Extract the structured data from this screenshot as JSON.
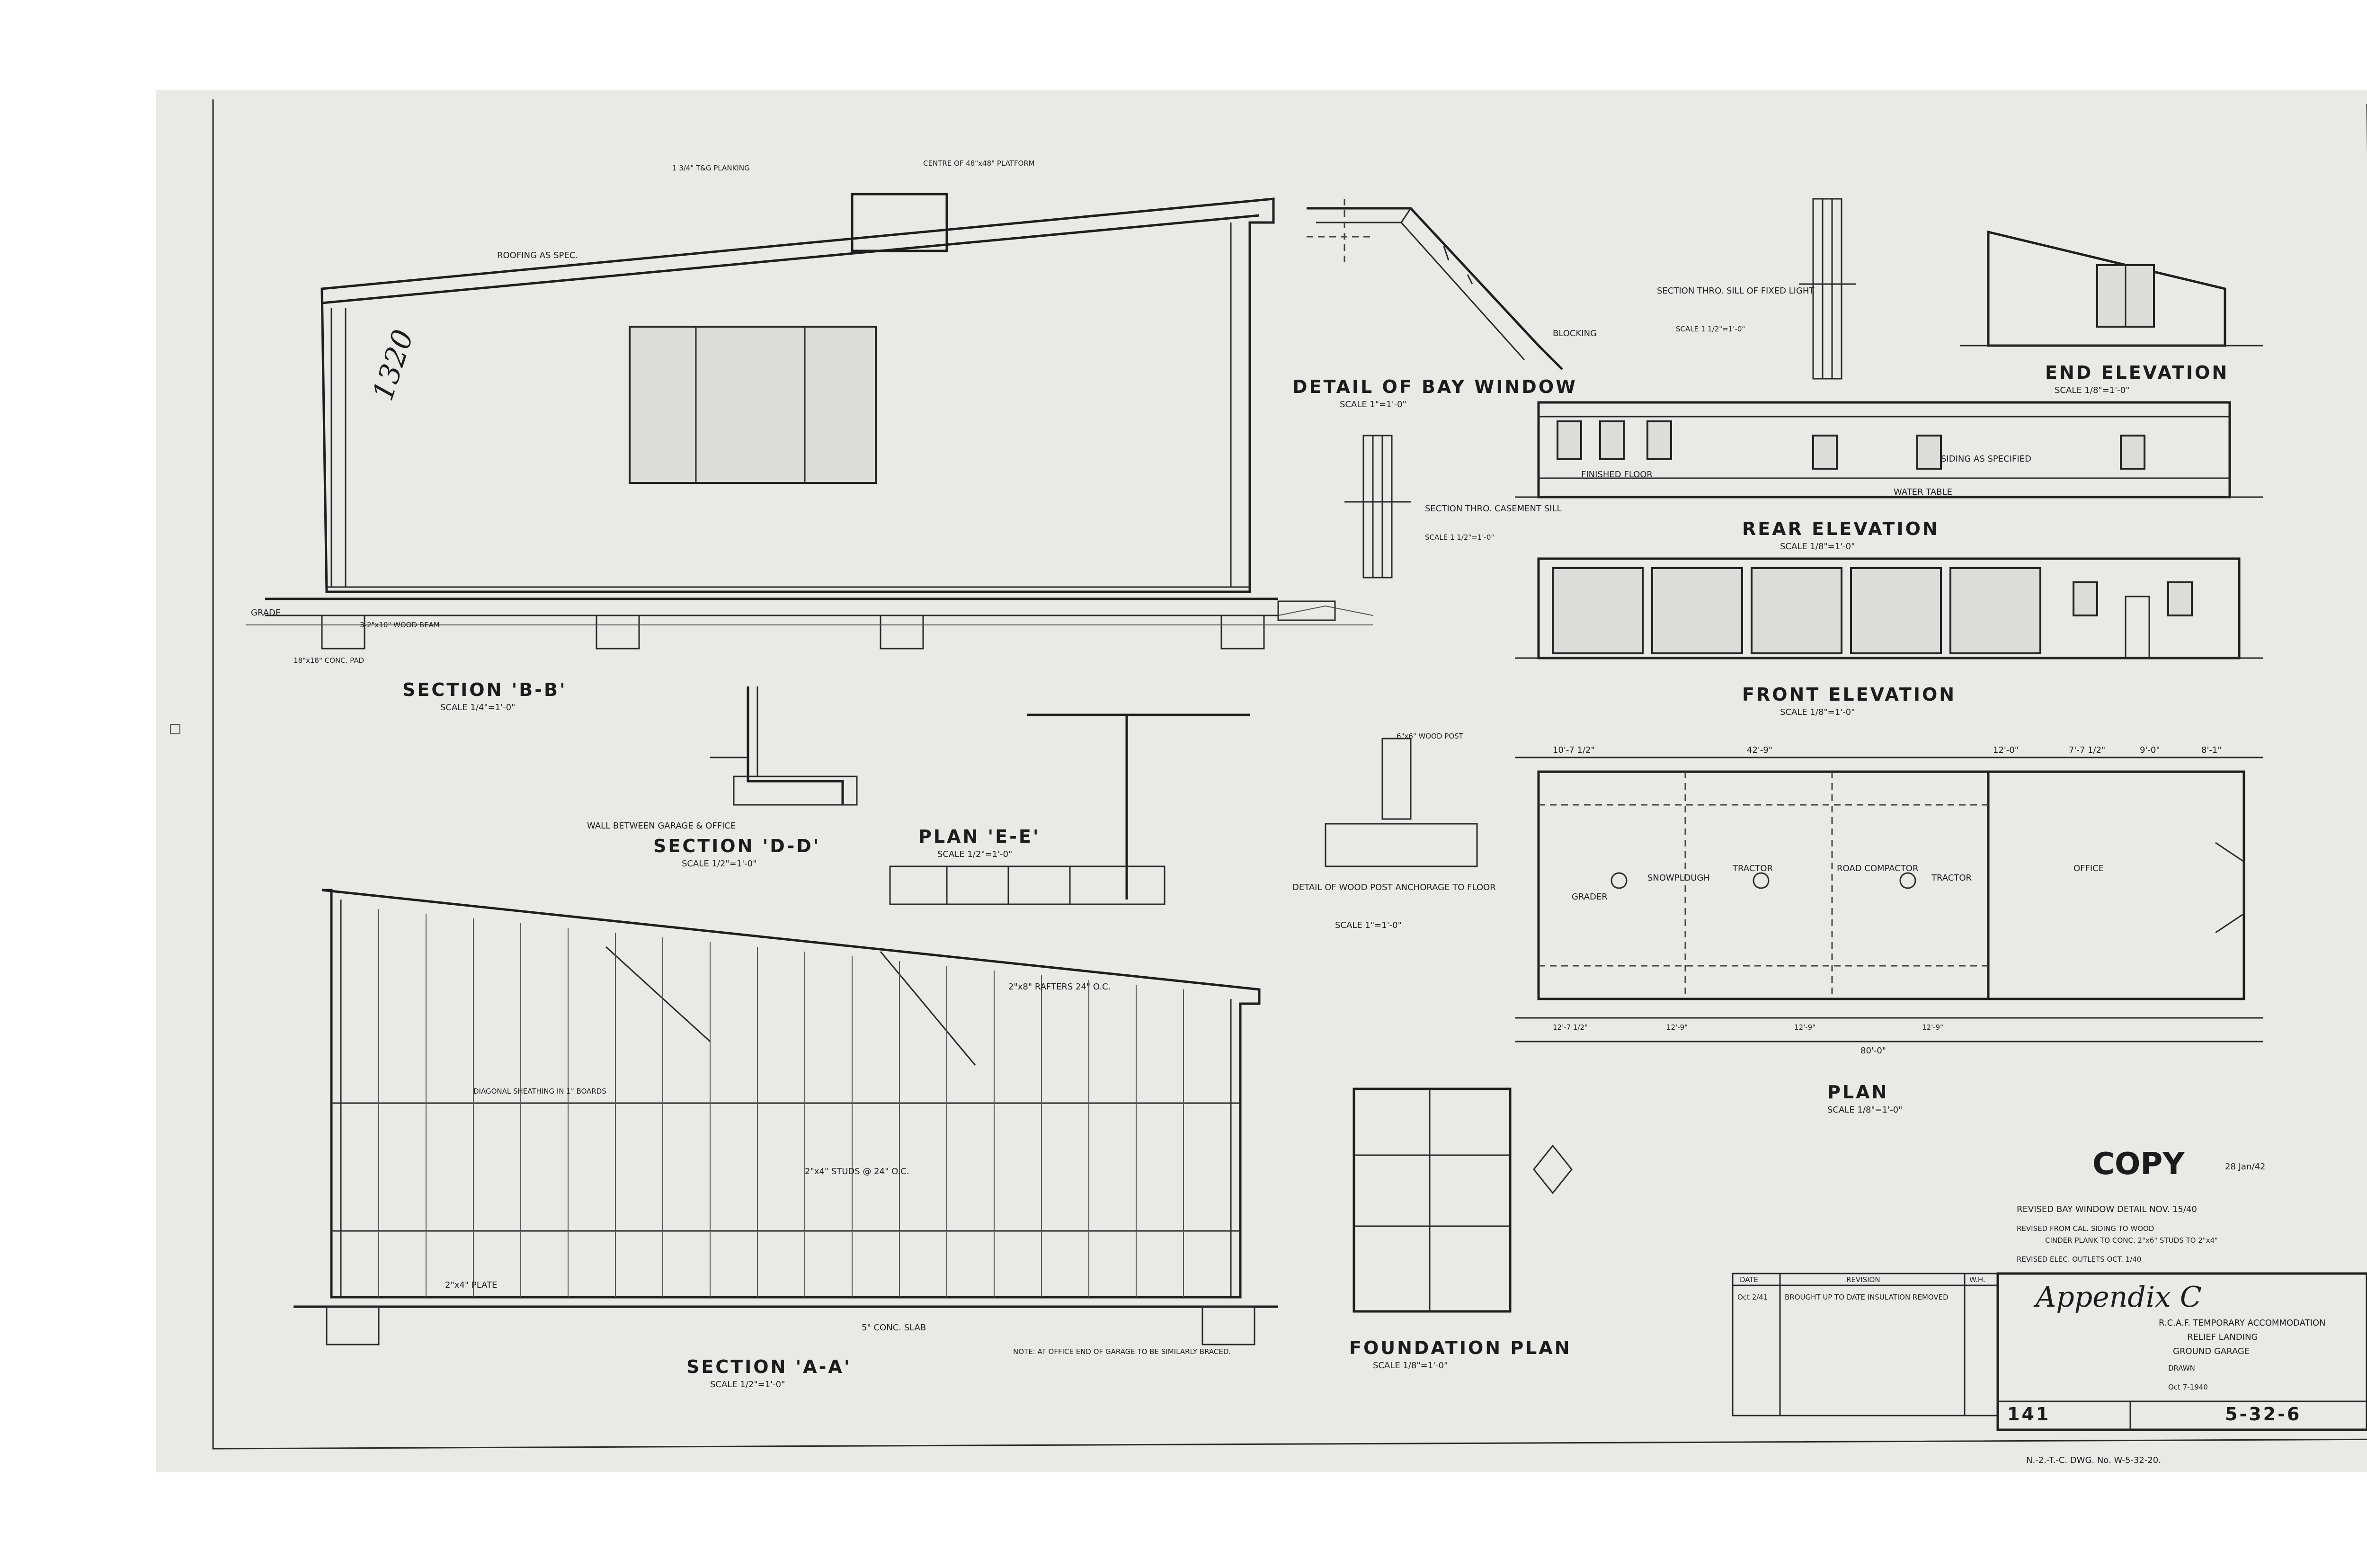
{
  "sheet_number": "1320",
  "sections": {
    "bb": {
      "title": "SECTION 'B-B'",
      "scale": "SCALE 1/4\"=1'-0\""
    },
    "aa": {
      "title": "SECTION 'A-A'",
      "scale": "SCALE 1/2\"=1'-0\""
    },
    "dd": {
      "title": "SECTION 'D-D'",
      "scale": "SCALE 1/2\"=1'-0\"",
      "subtitle": "WALL BETWEEN GARAGE & OFFICE"
    },
    "ee": {
      "title": "PLAN 'E-E'",
      "scale": "SCALE 1/2\"=1'-0\""
    }
  },
  "details": {
    "bay_window": {
      "title": "DETAIL OF BAY WINDOW",
      "scale": "SCALE 1\"=1'-0\""
    },
    "casement_sill": {
      "title": "SECTION THRO. CASEMENT SILL",
      "scale": "SCALE 1 1/2\"=1'-0\""
    },
    "fixed_light_sill": {
      "title": "SECTION THRO. SILL OF FIXED LIGHT",
      "scale": "SCALE 1 1/2\"=1'-0\""
    },
    "wood_post": {
      "title": "DETAIL OF WOOD POST ANCHORAGE TO FLOOR",
      "scale": "SCALE 1\"=1'-0\""
    }
  },
  "elevations": {
    "end": {
      "title": "END ELEVATION",
      "scale": "SCALE 1/8\"=1'-0\""
    },
    "rear": {
      "title": "REAR ELEVATION",
      "scale": "SCALE 1/8\"=1'-0\""
    },
    "front": {
      "title": "FRONT ELEVATION",
      "scale": "SCALE 1/8\"=1'-0\""
    }
  },
  "plan": {
    "title": "PLAN",
    "scale": "SCALE 1/8\"=1'-0\"",
    "rooms": [
      "GRADER",
      "SNOWPLOUGH",
      "TRACTOR",
      "ROAD COMPACTOR",
      "TRACTOR",
      "OFFICE"
    ],
    "dims": [
      "10'-7 1/2\"",
      "42'-9\"",
      "12'-0\"",
      "7'-7 1/2\"",
      "9'-0\"",
      "8'-1\"",
      "80'-0\"",
      "12'-7 1/2\"",
      "12'-9\"",
      "12'-9\"",
      "12'-9\""
    ]
  },
  "foundation_plan": {
    "title": "FOUNDATION PLAN",
    "scale": "SCALE 1/8\"=1'-0\""
  },
  "notes": {
    "roofing": "ROOFING AS SPEC.",
    "planking": "1 3/4\" T&G PLANKING",
    "platform": "CENTRE OF 48\"x48\" PLATFORM",
    "grade": "GRADE",
    "wood_beam": "3-2\"x10\" WOOD BEAM",
    "conc_pad": "18\"x18\" CONC. PAD",
    "siding": "SIDING AS SPECIFIED",
    "water_table": "WATER TABLE",
    "finished_floor": "FINISHED FLOOR",
    "blocking": "BLOCKING",
    "wood_post": "6\"x6\" WOOD POST",
    "rafters": "2\"x8\" RAFTERS 24\" O.C.",
    "studs": "2\"x4\" STUDS @ 24\" O.C.",
    "plate": "2\"x4\" PLATE",
    "conc_slab": "5\" CONC. SLAB",
    "diagonal": "DIAGONAL SHEATHING IN 1\" BOARDS",
    "bracing_note": "NOTE: AT OFFICE END OF GARAGE TO BE SIMILARLY BRACED."
  },
  "copy_stamp": {
    "text": "COPY",
    "date": "28 Jan/42"
  },
  "revisions": [
    "REVISED BAY WINDOW DETAIL NOV. 15/40",
    "REVISED FROM CAL. SIDING TO WOOD",
    "CINDER PLANK TO CONC. 2\"x6\" STUDS TO 2\"x4\"",
    "REVISED ELEC. OUTLETS OCT. 1/40"
  ],
  "revision_table": {
    "headers": [
      "DATE",
      "REVISION",
      "W.H."
    ],
    "rows": [
      [
        "Oct 2/41",
        "BROUGHT UP TO DATE INSULATION REMOVED",
        ""
      ]
    ]
  },
  "title_block": {
    "appendix": "Appendix C",
    "line1": "R.C.A.F. TEMPORARY ACCOMMODATION",
    "line2": "RELIEF LANDING",
    "line3": "GROUND GARAGE",
    "drawn_label": "DRAWN",
    "date": "Oct 7-1940",
    "sheet": "141",
    "code": "5-32-6"
  },
  "drawing_number": "N.-2.-T.-C. DWG. No. W-5-32-20."
}
